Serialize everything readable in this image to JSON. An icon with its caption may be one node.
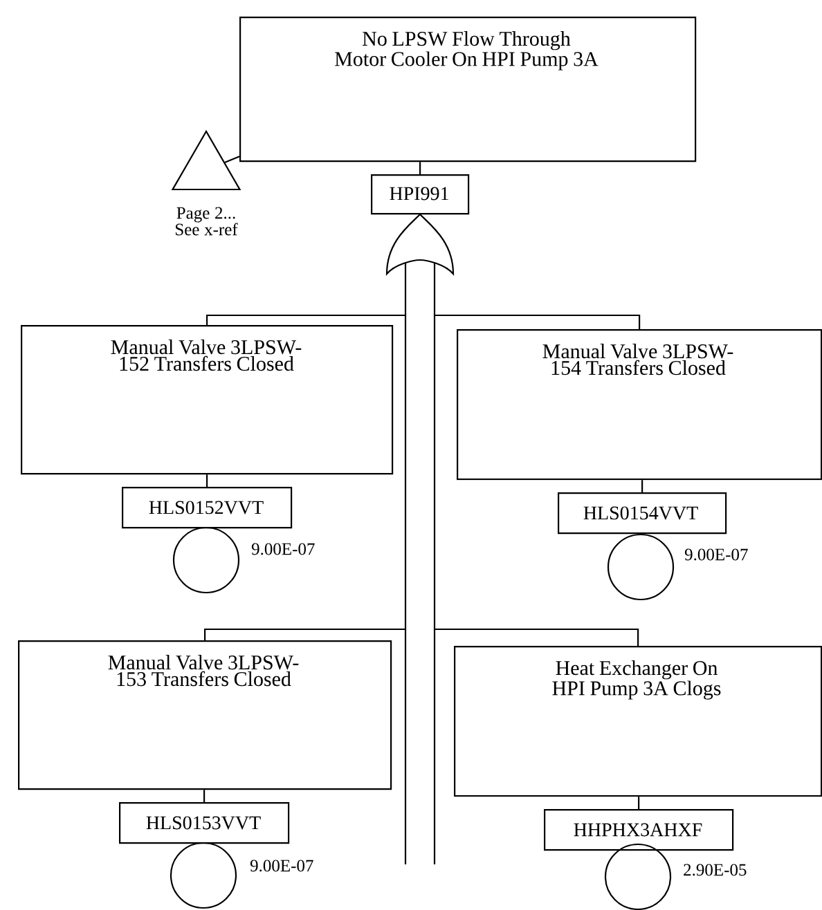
{
  "diagram": {
    "nodes": [
      {
        "text": [
          "No LPSW Flow Through Motor Cooler On HPI Pump 3A"
        ]
      },
      {
        "text": [
          "HPI991"
        ]
      },
      {
        "text": [],
        "shape": "gate"
      },
      {
        "text": [],
        "shape": "triangle",
        "beside": [
          "Page 2... See x-ref"
        ]
      },
      {
        "text": [
          "Manual Valve 3LPSW-152 Transfers Closed"
        ]
      },
      {
        "text": [
          "HLS0152VVT"
        ]
      },
      {
        "text": [],
        "shape": "circle",
        "beside": [
          "9.00E-07"
        ]
      },
      {
        "text": [
          "Manual Valve 3LPSW-154 Transfers Closed"
        ]
      },
      {
        "text": [
          "HLS0154VVT"
        ]
      },
      {
        "text": [],
        "shape": "circle",
        "beside": [
          "9.00E-07"
        ]
      },
      {
        "text": [
          "Manual Valve 3LPSW-153 Transfers Closed"
        ]
      },
      {
        "text": [
          "HLS0153VVT"
        ]
      },
      {
        "text": [],
        "shape": "circle",
        "beside": [
          "9.00E-07"
        ]
      },
      {
        "text": [
          "Heat Exchanger On HPI Pump 3A Clogs"
        ]
      },
      {
        "text": [
          "HHPHX3AHXF"
        ]
      },
      {
        "text": [],
        "shape": "circle",
        "beside": [
          "2.90E-05"
        ]
      }
    ],
    "edges": [
      {
        "from": 0,
        "to": 1,
        "arrow": "none"
      },
      {
        "from": 0,
        "to": 3,
        "arrow": "none"
      },
      {
        "from": 2,
        "to": 4,
        "arrow": "none"
      },
      {
        "from": 2,
        "to": 7,
        "arrow": "none"
      },
      {
        "from": 2,
        "to": 10,
        "arrow": "none"
      },
      {
        "from": 2,
        "to": 13,
        "arrow": "none"
      },
      {
        "from": 4,
        "to": 5,
        "arrow": "none"
      },
      {
        "from": 7,
        "to": 8,
        "arrow": "none"
      },
      {
        "from": 10,
        "to": 11,
        "arrow": "none"
      },
      {
        "from": 13,
        "to": 14,
        "arrow": "none"
      }
    ]
  }
}
